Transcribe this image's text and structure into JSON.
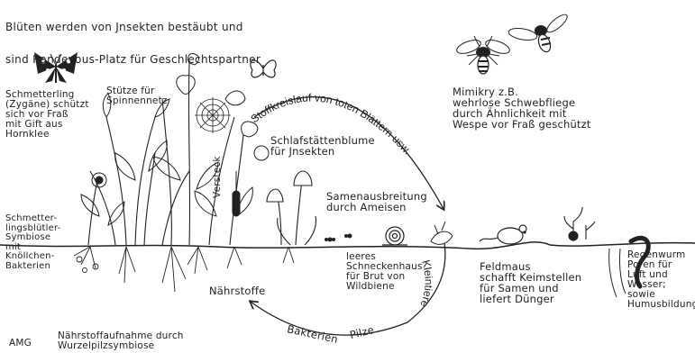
{
  "header": {
    "lines": [
      "Blüten werden von Jnsekten bestäubt und",
      "sind Randevous-Platz für Geschlechtspartner"
    ]
  },
  "labels": {
    "schmetterling": "Schmetterling\n(Zygäne) schützt\nsich vor Fraß\nmit Gift aus\nHornklee",
    "stuetze": "Stütze für\nSpinnennetz",
    "mimikry": "Mimikry z.B.\nwehrlose Schwebfliege\ndurch Ähnlichkeit mit\nWespe vor Fraß geschützt",
    "schlafstaette": "Schlafstättenblume\nfür Jnsekten",
    "versteck": "Versteck",
    "samen": "Samenausbreitung\ndurch Ameisen",
    "symbiose": "Schmetter-\nlingsblütler-\nSymbiose\nmit\nKnöllchen-\nBakterien",
    "schnecke": "leeres\nSchneckenhaus\nfür Brut von\nWildbiene",
    "feldmaus": "Feldmaus\nschafft Keimstellen\nfür Samen und\nliefert Dünger",
    "regenwurm": "Regenwurm\nPoren für\nLuft und\nWasser;\nsowie\nHumusbildung",
    "naehrstoffe": "Nährstoffe",
    "naehrstoffaufnahme": "Nährstoffaufnahme durch\nWurzelpilzsymbiose",
    "amg": "AMG"
  },
  "cycle": {
    "top": "Stoffkreislauf von toten Blättern usw.",
    "right": "Kleintiere",
    "bottom_pilze": "Pilze",
    "bottom_bakterien": "Bakterien"
  },
  "colors": {
    "ink": "#222222",
    "paper": "#ffffff"
  }
}
